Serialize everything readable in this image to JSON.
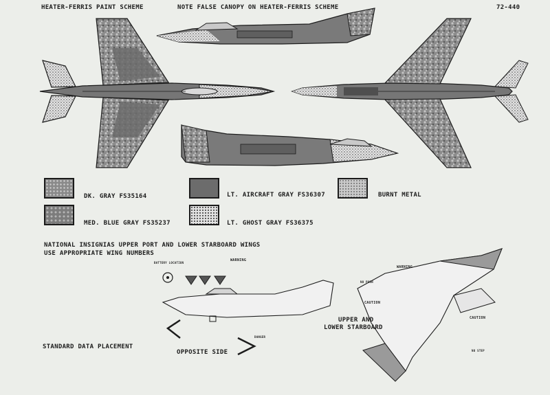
{
  "header": {
    "scheme_title": "HEATER-FERRIS PAINT SCHEME",
    "canopy_note": "NOTE FALSE CANOPY ON HEATER-FERRIS SCHEME",
    "sheet_number": "72-440"
  },
  "legend": [
    {
      "label": "DK. GRAY FS35164",
      "pattern": "dk-gray-mottle"
    },
    {
      "label": "MED. BLUE GRAY FS35237",
      "pattern": "med-blue-gray-mottle"
    },
    {
      "label": "LT. AIRCRAFT GRAY FS36307",
      "pattern": "lt-aircraft-gray-solid"
    },
    {
      "label": "LT. GHOST GRAY FS36375",
      "pattern": "lt-ghost-gray-dots"
    },
    {
      "label": "BURNT METAL",
      "pattern": "burnt-metal-stipple"
    }
  ],
  "notes": {
    "insignia_line1": "NATIONAL INSIGNIAS UPPER PORT AND LOWER STARBOARD WINGS",
    "insignia_line2": "USE APPROPRIATE WING NUMBERS"
  },
  "stencils": {
    "battery_location": "BATTERY LOCATION",
    "warning": "WARNING",
    "caution": "CAUTION",
    "no_push": "NO PUSH",
    "no_step": "NO STEP",
    "danger": "DANGER"
  },
  "labels": {
    "standard_data": "STANDARD DATA PLACEMENT",
    "opposite_side": "OPPOSITE SIDE",
    "upper_lower_line1": "UPPER AND",
    "upper_lower_line2": "LOWER STARBOARD"
  },
  "colors": {
    "paper": "#eceeea",
    "ink": "#1c1c1c",
    "dark_gray": "#5e5e5e",
    "mid_gray": "#767676",
    "light_gray": "#a4a4a4"
  }
}
